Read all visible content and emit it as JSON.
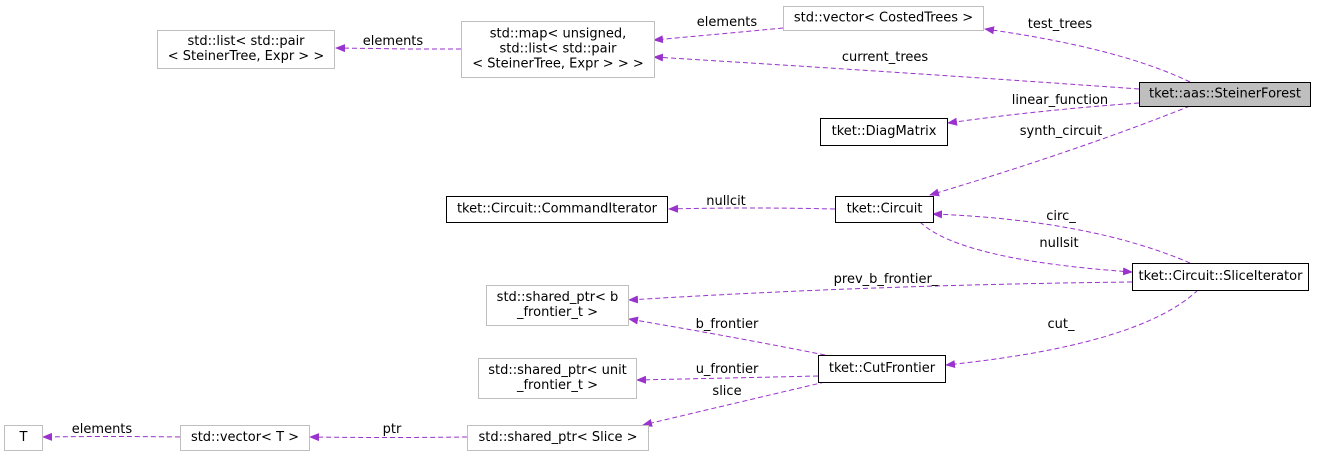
{
  "diagram": {
    "colors": {
      "edge": "#9a32cd",
      "node_border_strong": "#000000",
      "node_border_faint": "#bfbfbf",
      "highlight_fill": "#bfbfbf",
      "node_fill": "#ffffff",
      "text": "#000000"
    },
    "nodes": [
      {
        "id": "list_pair",
        "lines": [
          "std::list< std::pair",
          "< SteinerTree, Expr > >"
        ],
        "style": "faint"
      },
      {
        "id": "map",
        "lines": [
          "std::map< unsigned,",
          "std::list< std::pair",
          "< SteinerTree, Expr > > >"
        ],
        "style": "faint"
      },
      {
        "id": "vector_costed",
        "lines": [
          "std::vector< CostedTrees >"
        ],
        "style": "faint"
      },
      {
        "id": "steiner_forest",
        "lines": [
          "tket::aas::SteinerForest"
        ],
        "style": "highlight"
      },
      {
        "id": "diag_matrix",
        "lines": [
          "tket::DiagMatrix"
        ],
        "style": "strong"
      },
      {
        "id": "command_iterator",
        "lines": [
          "tket::Circuit::CommandIterator"
        ],
        "style": "strong"
      },
      {
        "id": "circuit",
        "lines": [
          "tket::Circuit"
        ],
        "style": "strong"
      },
      {
        "id": "slice_iterator",
        "lines": [
          "tket::Circuit::SliceIterator"
        ],
        "style": "strong"
      },
      {
        "id": "sp_b_frontier",
        "lines": [
          "std::shared_ptr< b",
          "_frontier_t >"
        ],
        "style": "faint"
      },
      {
        "id": "sp_u_frontier",
        "lines": [
          "std::shared_ptr< unit",
          "_frontier_t >"
        ],
        "style": "faint"
      },
      {
        "id": "cut_frontier",
        "lines": [
          "tket::CutFrontier"
        ],
        "style": "strong"
      },
      {
        "id": "t_node",
        "lines": [
          "T"
        ],
        "style": "faint"
      },
      {
        "id": "vector_t",
        "lines": [
          "std::vector< T >"
        ],
        "style": "faint"
      },
      {
        "id": "sp_slice",
        "lines": [
          "std::shared_ptr< Slice >"
        ],
        "style": "faint"
      }
    ],
    "edges": [
      {
        "id": "map_to_list",
        "label": "elements"
      },
      {
        "id": "vector_costed_to_map",
        "label": "elements"
      },
      {
        "id": "sf_to_vector_costed",
        "label": "test_trees"
      },
      {
        "id": "sf_to_map",
        "label": "current_trees"
      },
      {
        "id": "sf_to_diag",
        "label": "linear_function"
      },
      {
        "id": "sf_to_circuit",
        "label": "synth_circuit"
      },
      {
        "id": "circuit_to_cmd",
        "label": "nullcit"
      },
      {
        "id": "slice_to_circuit",
        "label": "circ_"
      },
      {
        "id": "circuit_to_slice",
        "label": "nullsit"
      },
      {
        "id": "slice_to_sp_b",
        "label": "prev_b_frontier_"
      },
      {
        "id": "slice_to_cut",
        "label": "cut_"
      },
      {
        "id": "cut_to_sp_b",
        "label": "b_frontier"
      },
      {
        "id": "cut_to_sp_u",
        "label": "u_frontier"
      },
      {
        "id": "cut_to_sp_slice",
        "label": "slice"
      },
      {
        "id": "sp_slice_to_vector_t",
        "label": "ptr"
      },
      {
        "id": "vector_t_to_t",
        "label": "elements"
      }
    ]
  }
}
